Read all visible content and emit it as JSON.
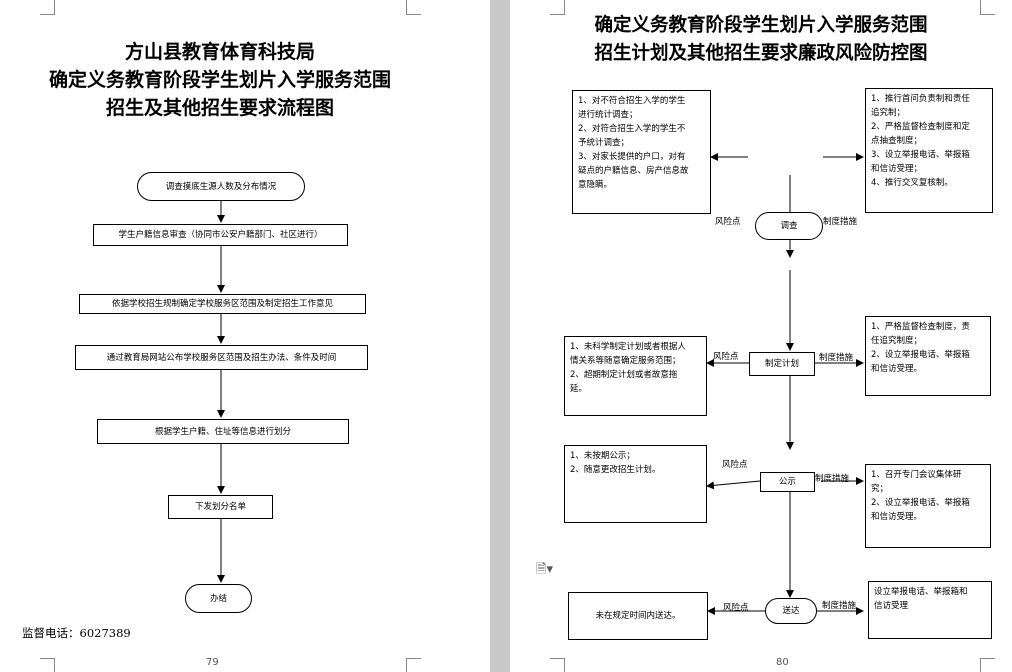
{
  "left_page": {
    "title_lines": [
      "方山县教育体育科技局",
      "确定义务教育阶段学生划片入学服务范围",
      "招生及其他招生要求流程图"
    ],
    "flow": [
      "调查摸底生源人数及分布情况",
      "学生户籍信息审查（协同市公安户籍部门、社区进行）",
      "依据学校招生规制确定学校服务区范围及制定招生工作意见",
      "通过教育局网站公布学校服务区范围及招生办法、条件及时间",
      "根据学生户籍、住址等信息进行划分",
      "下发划分名单",
      "办结"
    ],
    "supervision_phone": "监督电话：6027389",
    "page_number": "79"
  },
  "right_page": {
    "title_lines": [
      "确定义务教育阶段学生划片入学服务范围",
      "招生计划及其他招生要求廉政风险防控图"
    ],
    "stages": [
      "调查",
      "制定计划",
      "公示",
      "送达"
    ],
    "labels": {
      "risk": "风险点",
      "measure": "制度措施"
    },
    "risks": [
      "1、对不符合招生入学的学生\n进行统计调查；\n2、对符合招生入学的学生不\n予统计调查；\n3、对家长提供的户口，对有\n疑点的户籍信息、房产信息故\n意隐瞒。",
      "1、未科学制定计划或者根据人\n情关系等随意确定服务范围；\n2、超期制定计划或者故意拖\n延。",
      "1、未按期公示；\n2、随意更改招生计划。",
      "未在规定时间内送达。"
    ],
    "measures": [
      "1、推行首问负责制和责任\n追究制；\n2、严格监督检查制度和定\n点抽查制度；\n3、设立举报电话、举报箱\n和信访受理；\n4、推行交叉复核制。",
      "1、严格监督检查制度，责\n任追究制度；\n2、设立举报电话、举报箱\n和信访受理。",
      "1、召开专门会议集体研\n究；\n2、设立举报电话、举报箱\n和信访受理。",
      "设立举报电话、举报箱和\n信访受理"
    ],
    "page_number": "80"
  }
}
